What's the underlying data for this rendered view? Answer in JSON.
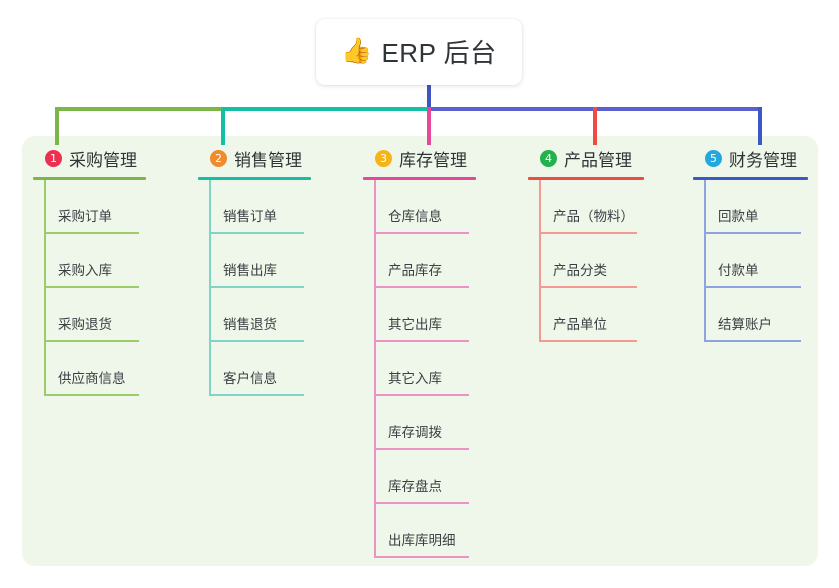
{
  "root": {
    "icon": "thumbs-up-icon",
    "emoji": "👍",
    "title": "ERP 后台"
  },
  "palette": {
    "panel_background": "#eef7e9",
    "page_background": "#ffffff",
    "root_connector": "#4055c0",
    "purple_segment": "#5b5fd0"
  },
  "columns": [
    {
      "index": "1",
      "title": "采购管理",
      "badge_color": "#ed2f50",
      "line_color": "#7ab648",
      "leaf_color": "#9ccb6a",
      "items": [
        {
          "label": "采购订单"
        },
        {
          "label": "采购入库"
        },
        {
          "label": "采购退货"
        },
        {
          "label": "供应商信息"
        }
      ]
    },
    {
      "index": "2",
      "title": "销售管理",
      "badge_color": "#f08a2b",
      "line_color": "#14bfa5",
      "leaf_color": "#7fd4c6",
      "items": [
        {
          "label": "销售订单"
        },
        {
          "label": "销售出库"
        },
        {
          "label": "销售退货"
        },
        {
          "label": "客户信息"
        }
      ]
    },
    {
      "index": "3",
      "title": "库存管理",
      "badge_color": "#f5b418",
      "line_color": "#e5479b",
      "leaf_color": "#eb93c2",
      "items": [
        {
          "label": "仓库信息"
        },
        {
          "label": "产品库存"
        },
        {
          "label": "其它出库"
        },
        {
          "label": "其它入库"
        },
        {
          "label": "库存调拨"
        },
        {
          "label": "库存盘点"
        },
        {
          "label": "出库库明细"
        }
      ]
    },
    {
      "index": "4",
      "title": "产品管理",
      "badge_color": "#21b24b",
      "line_color": "#f04b43",
      "leaf_color": "#f59a93",
      "items": [
        {
          "label": "产品（物料）"
        },
        {
          "label": "产品分类"
        },
        {
          "label": "产品单位"
        }
      ]
    },
    {
      "index": "5",
      "title": "财务管理",
      "badge_color": "#23a7dd",
      "line_color": "#3c58c8",
      "leaf_color": "#8fa3e0",
      "items": [
        {
          "label": "回款单"
        },
        {
          "label": "付款单"
        },
        {
          "label": "结算账户"
        }
      ]
    }
  ],
  "connectors": {
    "root_vertical_color": "#4055c0",
    "segments": [
      {
        "color": "#7ab648"
      },
      {
        "color": "#14bfa5"
      },
      {
        "color": "#5b5fd0"
      }
    ],
    "drops": [
      {
        "color": "#7ab648"
      },
      {
        "color": "#14bfa5"
      },
      {
        "color": "#e5479b"
      },
      {
        "color": "#f04b43"
      },
      {
        "color": "#3c58c8"
      }
    ]
  }
}
